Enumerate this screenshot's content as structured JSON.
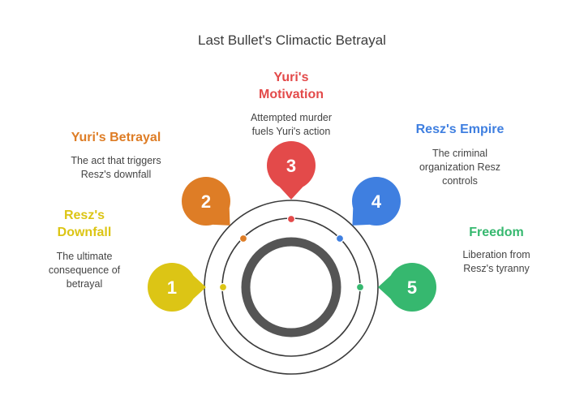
{
  "title": "Last Bullet's Climactic Betrayal",
  "colors": {
    "ring": "#3a3a3a",
    "hub_outer": "#555555",
    "hub_inner": "#ffffff"
  },
  "steps": [
    {
      "number": "1",
      "heading_lines": [
        "Resz's",
        "Downfall"
      ],
      "description_lines": [
        "The ultimate",
        "consequence of",
        "betrayal"
      ],
      "color": "#dcc515"
    },
    {
      "number": "2",
      "heading_lines": [
        "Yuri's Betrayal"
      ],
      "description_lines": [
        "The act that triggers",
        "Resz's downfall"
      ],
      "color": "#de7d26"
    },
    {
      "number": "3",
      "heading_lines": [
        "Yuri's",
        "Motivation"
      ],
      "description_lines": [
        "Attempted murder",
        "fuels Yuri's action"
      ],
      "color": "#e34a4a"
    },
    {
      "number": "4",
      "heading_lines": [
        "Resz's Empire"
      ],
      "description_lines": [
        "The criminal",
        "organization Resz",
        "controls"
      ],
      "color": "#3f7fe0"
    },
    {
      "number": "5",
      "heading_lines": [
        "Freedom"
      ],
      "description_lines": [
        "Liberation from",
        "Resz's tyranny"
      ],
      "color": "#36b86f"
    }
  ]
}
